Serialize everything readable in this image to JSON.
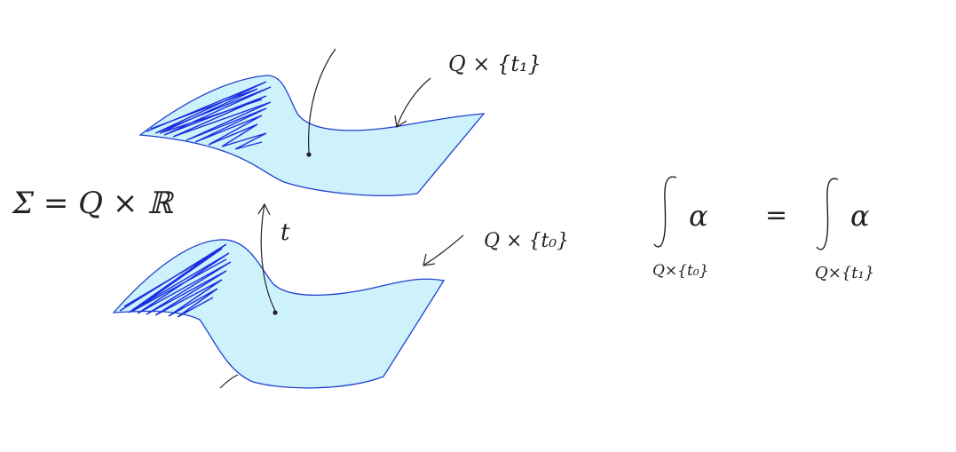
{
  "labels": {
    "sigma_def": "Σ = Q × ℝ",
    "upper_slice": "Q × {t₁}",
    "lower_slice": "Q × {t₀}",
    "time_param": "t",
    "lhs_form": "α",
    "equals": "=",
    "rhs_form": "α",
    "lhs_domain": "Q×{t₀}",
    "rhs_domain": "Q×{t₁}"
  },
  "colors": {
    "surface_fill": "#cdf2fb",
    "surface_edge": "#1f3fd1",
    "hatch": "#1a2ee0",
    "ink": "#222222"
  }
}
